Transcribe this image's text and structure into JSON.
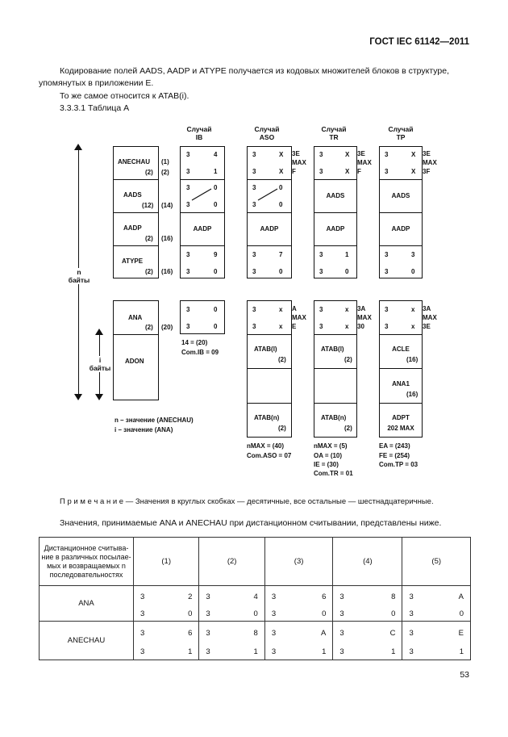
{
  "header": {
    "code": "ГОСТ IEC 61142—2011"
  },
  "intro": {
    "line1": "Кодирование полей AADS, AADP и ATYPE получается из кодовых множителей блоков в структуре,",
    "line2": "упомянутых в приложении Е.",
    "line3": "То же самое относится к ATAB(i).",
    "section": "3.3.3.1 Таблица А"
  },
  "diagram": {
    "case_titles": [
      {
        "l1": "Случай",
        "l2": "IB"
      },
      {
        "l1": "Случай",
        "l2": "ASO"
      },
      {
        "l1": "Случай",
        "l2": "TR"
      },
      {
        "l1": "Случай",
        "l2": "TP"
      }
    ],
    "left_labels": {
      "anechau": "ANECHAU",
      "anechau_sub": "(2)",
      "anechau_n1": "(1)",
      "anechau_n2": "(2)",
      "aads": "AADS",
      "aads_sub": "(12)",
      "aads_n": "(14)",
      "aadp": "AADP",
      "aadp_sub": "(2)",
      "aadp_n": "(16)",
      "atype": "ATYPE",
      "atype_sub": "(2)",
      "atype_n": "(16)",
      "ana": "ANA",
      "ana_sub": "(2)",
      "ana_n": "(20)",
      "adon": "ADON",
      "n_label": "n",
      "n_bytes": "байты",
      "i_label": "i",
      "i_bytes": "байты"
    },
    "legend": {
      "n": "n – значение (ANECHAU)",
      "i": "i – значение (ANA)"
    },
    "ib": {
      "r1": [
        "3",
        "4"
      ],
      "r2": [
        "3",
        "1"
      ],
      "aads_top": [
        "3",
        "0"
      ],
      "aads_bot": [
        "3",
        "0"
      ],
      "aadp": "AADP",
      "atype_r1": [
        "3",
        "9"
      ],
      "atype_r2": [
        "3",
        "0"
      ],
      "ana_r1": [
        "3",
        "0"
      ],
      "ana_r2": [
        "3",
        "0"
      ],
      "foot1": "14 = (20)",
      "foot2": "Com.IB = 09"
    },
    "aso": {
      "r1": [
        "3",
        "X"
      ],
      "r2": [
        "3",
        "X"
      ],
      "side": [
        "3E",
        "MAX",
        "F"
      ],
      "aads_top": [
        "3",
        "0"
      ],
      "aads_bot": [
        "3",
        "0"
      ],
      "aadp": "AADP",
      "atype_r1": [
        "3",
        "7"
      ],
      "atype_r2": [
        "3",
        "0"
      ],
      "ana_r1": [
        "3",
        "x"
      ],
      "ana_r2": [
        "3",
        "x"
      ],
      "ana_side": [
        "A",
        "MAX",
        "E"
      ],
      "atab1": "ATAB(l)",
      "atab1_n": "(2)",
      "atabn": "ATAB(n)",
      "atabn_n": "(2)",
      "foot1": "nMAX = (40)",
      "foot2": "Com.ASO = 07"
    },
    "tr": {
      "r1": [
        "3",
        "X"
      ],
      "r2": [
        "3",
        "X"
      ],
      "side": [
        "3E",
        "MAX",
        "F"
      ],
      "aads": "AADS",
      "aadp": "AADP",
      "atype_r1": [
        "3",
        "1"
      ],
      "atype_r2": [
        "3",
        "0"
      ],
      "ana_r1": [
        "3",
        "x"
      ],
      "ana_r2": [
        "3",
        "x"
      ],
      "ana_side": [
        "3A",
        "MAX",
        "30"
      ],
      "atab1": "ATAB(l)",
      "atab1_n": "(2)",
      "atabn": "ATAB(n)",
      "atabn_n": "(2)",
      "foot1": "nMAX = (5)",
      "foot2": "OA = (10)",
      "foot3": "IE = (30)",
      "foot4": "Com.TR = 01"
    },
    "tp": {
      "r1": [
        "3",
        "X"
      ],
      "r2": [
        "3",
        "X"
      ],
      "side": [
        "3E",
        "MAX",
        "3F"
      ],
      "aads": "AADS",
      "aadp": "AADP",
      "atype_r1": [
        "3",
        "3"
      ],
      "atype_r2": [
        "3",
        "0"
      ],
      "ana_r1": [
        "3",
        "x"
      ],
      "ana_r2": [
        "3",
        "x"
      ],
      "ana_side": [
        "3A",
        "MAX",
        "3E"
      ],
      "acle": "ACLE",
      "acle_n": "(16)",
      "ana1": "ANA1",
      "ana1_n": "(16)",
      "adpt": "ADPT",
      "adpt_n": "202 MAX",
      "foot1": "EA = (243)",
      "foot2": "FE = (254)",
      "foot3": "Com.TP = 03"
    }
  },
  "note": "П р и м е ч а н и е — Значения в круглых скобках — десятичные, все остальные — шестнадцатеричные.",
  "table_intro": "Значения, принимаемые ANA и ANECHAU при дистанционном считывании, представлены ниже.",
  "table": {
    "header_cell": [
      "Дистанционное считыва-",
      "ние в различных посылае-",
      "мых и возвращаемых n",
      "последовательностях"
    ],
    "columns": [
      "(1)",
      "(2)",
      "(3)",
      "(4)",
      "(5)"
    ],
    "rows": [
      {
        "label": "ANA",
        "top": [
          "3",
          "2",
          "3",
          "4",
          "3",
          "6",
          "3",
          "8",
          "3",
          "A"
        ],
        "bottom": [
          "3",
          "0",
          "3",
          "0",
          "3",
          "0",
          "3",
          "0",
          "3",
          "0"
        ]
      },
      {
        "label": "ANECHAU",
        "top": [
          "3",
          "6",
          "3",
          "8",
          "3",
          "A",
          "3",
          "C",
          "3",
          "E"
        ],
        "bottom": [
          "3",
          "1",
          "3",
          "1",
          "3",
          "1",
          "3",
          "1",
          "3",
          "1"
        ]
      }
    ]
  },
  "page_number": "53"
}
